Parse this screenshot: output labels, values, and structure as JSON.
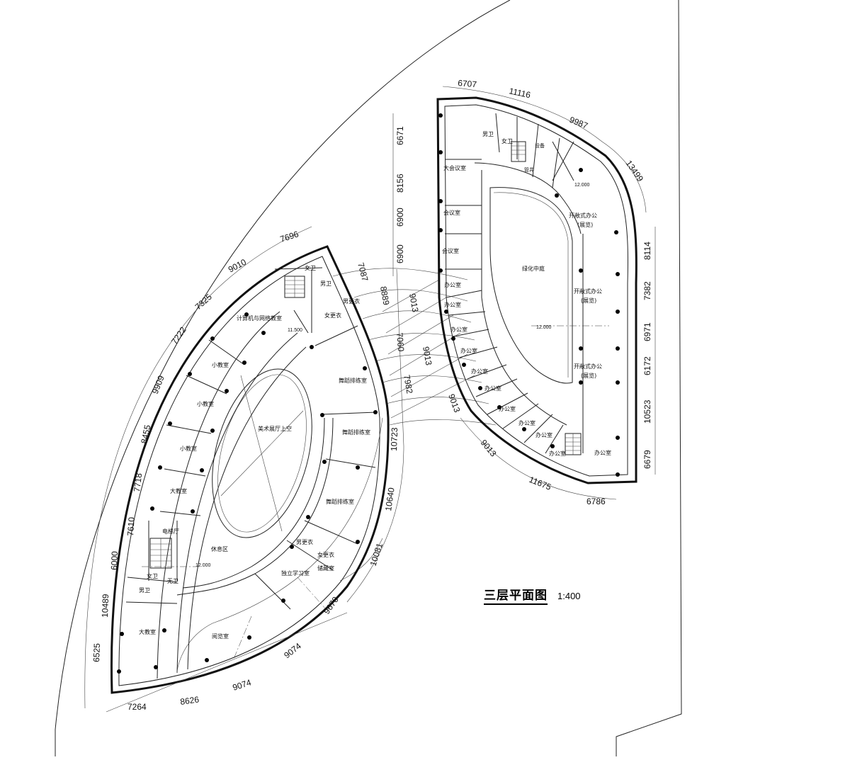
{
  "drawing": {
    "title": "三层平面图",
    "scale": "1:400"
  },
  "west_wing": {
    "rooms": {
      "female_wc_top": "女卫",
      "male_wc_top": "男卫",
      "male_locker_top": "男更衣",
      "female_locker_top": "女更衣",
      "computer_room": "计算机与网络教室",
      "small_class_1": "小教室",
      "small_class_2": "小教室",
      "small_class_3": "小教室",
      "large_class_1": "大教室",
      "elevator_hall": "电梯厅",
      "rest_area": "休息区",
      "female_wc_bottom": "女卫",
      "accessible_wc": "无卫",
      "male_wc_bottom": "男卫",
      "large_class_2": "大教室",
      "reading_room": "阅览室",
      "study_room": "独立学习室",
      "male_locker_bottom": "男更衣",
      "female_locker_bottom": "女更衣",
      "storage": "储藏室",
      "dance_1": "舞蹈排练室",
      "dance_2": "舞蹈排练室",
      "dance_3": "舞蹈排练室",
      "void": "美术展厅上空"
    },
    "levels": [
      "11.500",
      "12.000"
    ],
    "dims_outer": [
      "7696",
      "9010",
      "7325",
      "7222",
      "9909",
      "8455",
      "7718",
      "7610",
      "6000",
      "10489",
      "6525",
      "7264",
      "8626",
      "9074",
      "9074",
      "9670",
      "10081",
      "10640",
      "10723"
    ],
    "dims_top": [
      "7087",
      "8889",
      "9013",
      "7060",
      "9013",
      "7982",
      "9013"
    ]
  },
  "east_wing": {
    "rooms": {
      "male_wc": "男卫",
      "female_wc": "女卫",
      "shaft_top": "设备",
      "shaft_bottom": "管井",
      "large_meeting": "大会议室",
      "meeting_1": "会议室",
      "meeting_2": "会议室",
      "office_1": "办公室",
      "office_2": "办公室",
      "office_3": "办公室",
      "office_4": "办公室",
      "office_5": "办公室",
      "office_6": "办公室",
      "office_7": "办公室",
      "office_8": "办公室",
      "office_9": "办公室",
      "office_10": "办公室",
      "office_11": "办公室",
      "courtyard": "绿化中庭",
      "open_office_1": "开敞式办公",
      "open_office_1_note": "(展览)",
      "open_office_2": "开敞式办公",
      "open_office_2_note": "(展览)",
      "open_office_3": "开敞式办公",
      "open_office_3_note": "(展览)"
    },
    "levels": [
      "12.000",
      "12.000"
    ],
    "dims_top": [
      "6707",
      "11116",
      "9987",
      "13499"
    ],
    "dims_left": [
      "6671",
      "8156",
      "6900",
      "6900"
    ],
    "dims_right": [
      "8114",
      "7382",
      "6971",
      "6172",
      "10523",
      "6679"
    ],
    "dims_bottom": [
      "9013",
      "11675",
      "6786"
    ]
  }
}
